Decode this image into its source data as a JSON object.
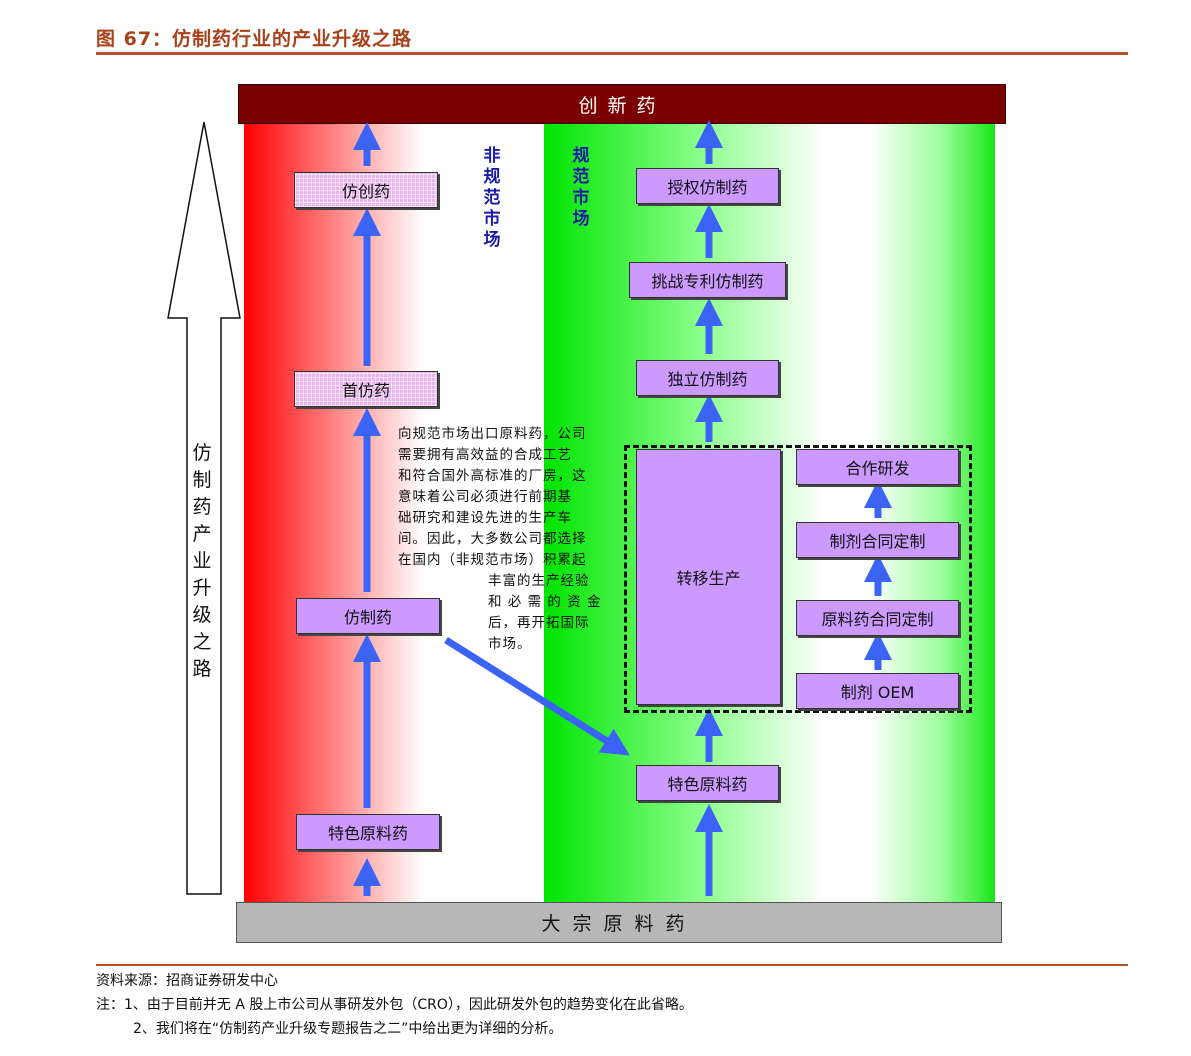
{
  "title": "图 67：仿制药行业的产业升级之路",
  "top_bar": "创新药",
  "bottom_bar": "大宗原料药",
  "side_arrow_label": "仿制药产业升级之路",
  "zones": {
    "non_standard": "非规范市场",
    "standard": "规范市场"
  },
  "left_column": {
    "innovative_generic": "仿创药",
    "first_generic": "首仿药",
    "generic": "仿制药",
    "specialty_api": "特色原料药"
  },
  "right_column": {
    "licensed_generic": "授权仿制药",
    "patent_challenge": "挑战专利仿制药",
    "independent_generic": "独立仿制药",
    "transfer_production": "转移生产",
    "co_rd": "合作研发",
    "formulation_contract": "制剂合同定制",
    "api_contract": "原料药合同定制",
    "formulation_oem": "制剂 OEM",
    "specialty_api": "特色原料药"
  },
  "note_lines": [
    "向规范市场出口原料药，公司",
    "需要拥有高效益的合成工艺",
    "和符合国外高标准的厂房，这",
    "意味着公司必须进行前期基",
    "础研究和建设先进的生产车",
    "间。因此，大多数公司都选择",
    "在国内（非规范市场）积累起"
  ],
  "note_lines_2": [
    "丰富的生产经验",
    "和 必 需 的 资 金",
    "后，再开拓国际",
    "市场。"
  ],
  "footer": {
    "source": "资料来源：招商证券研发中心",
    "note1": "注：1、由于目前并无 A 股上市公司从事研发外包（CRO），因此研发外包的趋势变化在此省略。",
    "note2": "2、我们将在“仿制药产业升级专题报告之二”中给出更为详细的分析。"
  },
  "colors": {
    "title": "#a8421a",
    "top_bar": "#7a0000",
    "arrow": "#3b63f5",
    "box": "#cc99ff",
    "box_pink": "#e8b6ec"
  }
}
